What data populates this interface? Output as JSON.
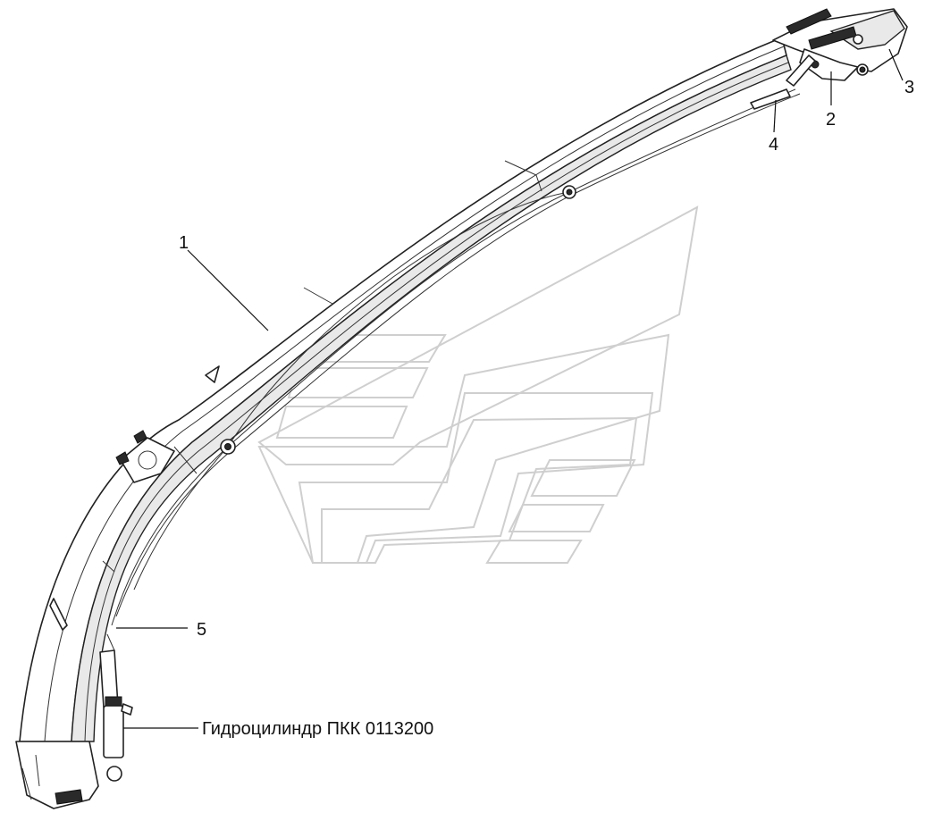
{
  "callouts": [
    {
      "id": "1",
      "text": "1"
    },
    {
      "id": "2",
      "text": "2"
    },
    {
      "id": "3",
      "text": "3"
    },
    {
      "id": "4",
      "text": "4"
    },
    {
      "id": "5",
      "text": "5"
    }
  ],
  "cylinder_label": "Гидроцилиндр ПКК 0113200",
  "colors": {
    "line": "#222222",
    "watermark": "#cfcfcf",
    "background": "#ffffff"
  }
}
